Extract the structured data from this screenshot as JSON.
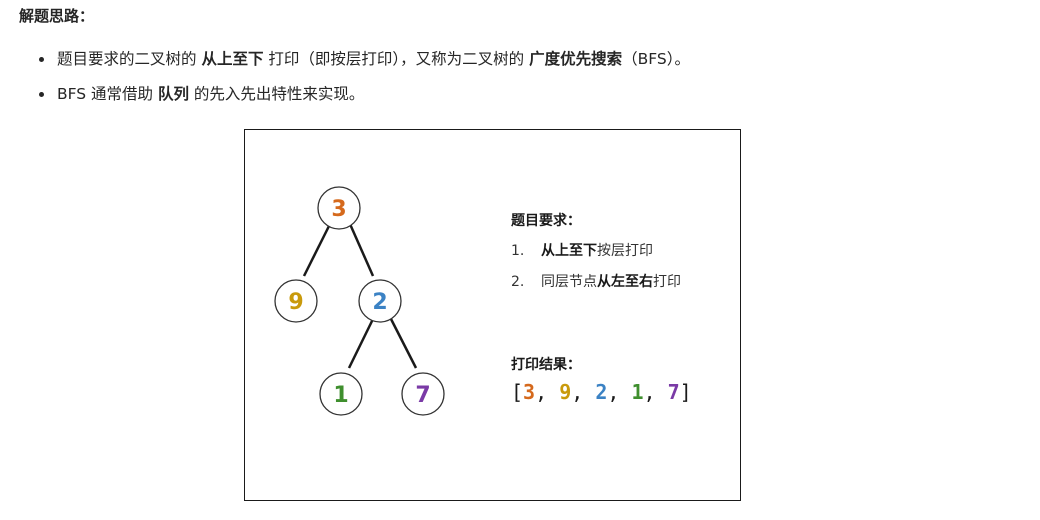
{
  "heading": "解题思路：",
  "bullets": [
    {
      "part1": "题目要求的二叉树的 ",
      "bold1": "从上至下",
      "part2": " 打印（即按层打印），又称为二叉树的 ",
      "bold2": "广度优先搜索",
      "part3": "（BFS）。"
    },
    {
      "part1": "BFS 通常借助 ",
      "bold1": "队列",
      "part2": " 的先入先出特性来实现。"
    }
  ],
  "figure": {
    "nodes": [
      {
        "id": "n3",
        "label": "3",
        "color": "#d5691c"
      },
      {
        "id": "n9",
        "label": "9",
        "color": "#c99a0c"
      },
      {
        "id": "n2",
        "label": "2",
        "color": "#3b82c4"
      },
      {
        "id": "n1",
        "label": "1",
        "color": "#3f8f2e"
      },
      {
        "id": "n7",
        "label": "7",
        "color": "#7a3aa6"
      }
    ],
    "requirements_title": "题目要求：",
    "req1": {
      "num": "1.",
      "bold": "从上至下",
      "rest": "按层打印"
    },
    "req2": {
      "num": "2.",
      "pre": "同层节点",
      "bold": "从左至右",
      "rest": "打印"
    },
    "result_title": "打印结果：",
    "result": {
      "open": "[",
      "close": "]",
      "sep": ", ",
      "values": [
        {
          "v": "3",
          "color": "#d5691c"
        },
        {
          "v": "9",
          "color": "#c99a0c"
        },
        {
          "v": "2",
          "color": "#3b82c4"
        },
        {
          "v": "1",
          "color": "#3f8f2e"
        },
        {
          "v": "7",
          "color": "#7a3aa6"
        }
      ]
    }
  }
}
